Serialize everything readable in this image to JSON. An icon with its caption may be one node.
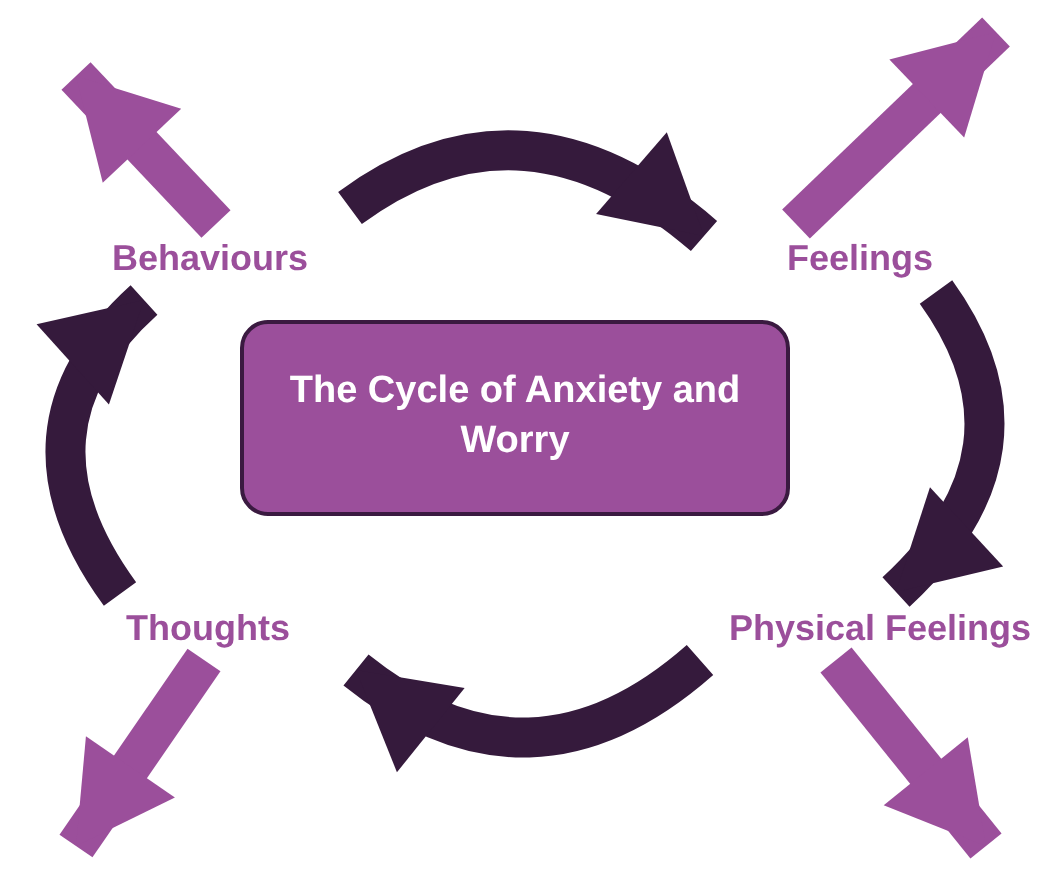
{
  "diagram": {
    "nodes": [
      {
        "text": [
          "The Cycle of Anxiety and Worry"
        ]
      },
      {
        "text": [
          "Behaviours"
        ]
      },
      {
        "text": [
          "Feelings"
        ]
      },
      {
        "text": [
          "Physical Feelings"
        ]
      },
      {
        "text": [
          "Thoughts"
        ]
      }
    ],
    "edges": [
      {
        "from": 1,
        "to": 2,
        "arrow": "to"
      },
      {
        "from": 2,
        "to": 3,
        "arrow": "to"
      },
      {
        "from": 3,
        "to": 4,
        "arrow": "to"
      },
      {
        "from": 4,
        "to": 1,
        "arrow": "to"
      },
      {
        "from": 1,
        "to": null,
        "arrow": "to",
        "color": "#9b4f9b"
      },
      {
        "from": 2,
        "to": null,
        "arrow": "to",
        "color": "#9b4f9b"
      },
      {
        "from": 3,
        "to": null,
        "arrow": "to",
        "color": "#9b4f9b"
      },
      {
        "from": 4,
        "to": null,
        "arrow": "to",
        "color": "#9b4f9b"
      }
    ]
  }
}
